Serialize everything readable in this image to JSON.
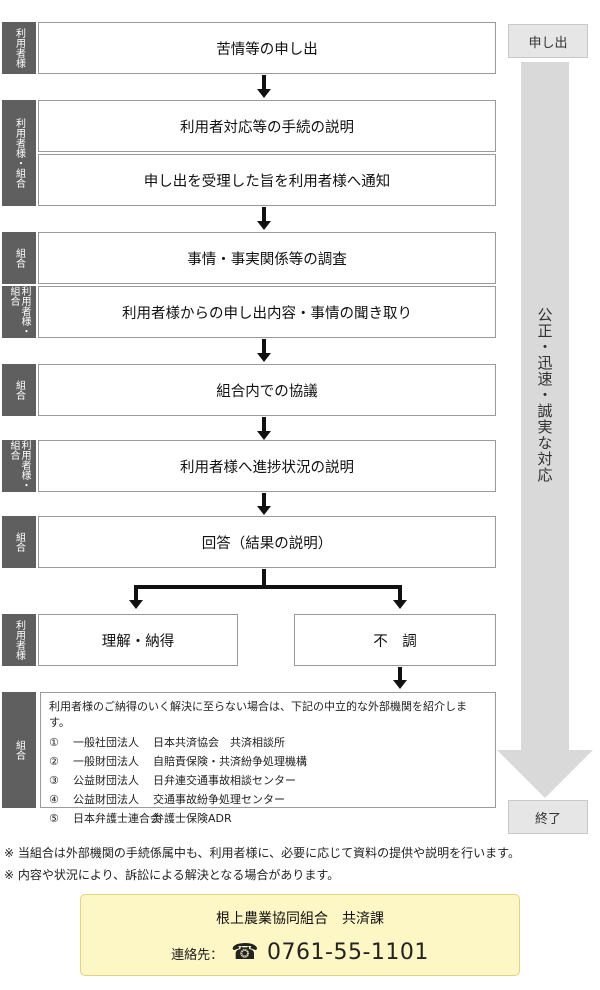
{
  "steps": [
    {
      "tag": "利用者様",
      "text": "苦情等の申し出"
    },
    {
      "tag": "利用者様・組合",
      "text": "利用者対応等の手続の説明"
    },
    {
      "text": "申し出を受理した旨を利用者様へ通知"
    },
    {
      "tag": "組合",
      "text": "事情・事実関係等の調査"
    },
    {
      "tag": "利用者様・組合",
      "text": "利用者様からの申し出内容・事情の聞き取り"
    },
    {
      "tag": "組合",
      "text": "組合内での協議"
    },
    {
      "tag": "利用者様・組合",
      "text": "利用者様へ進捗状況の説明"
    },
    {
      "tag": "組合",
      "text": "回答（結果の説明）"
    }
  ],
  "branch": {
    "tag": "利用者様",
    "left": "理解・納得",
    "right": "不　調"
  },
  "external": {
    "tag": "組合",
    "intro": "利用者様のご納得のいく解決に至らない場合は、下記の中立的な外部機関を紹介します。",
    "items": [
      {
        "num": "①",
        "type": "一般社団法人",
        "name": "日本共済協会　共済相談所"
      },
      {
        "num": "②",
        "type": "一般財団法人",
        "name": "自賠責保険・共済紛争処理機構"
      },
      {
        "num": "③",
        "type": "公益財団法人",
        "name": "日弁連交通事故相談センター"
      },
      {
        "num": "④",
        "type": "公益財団法人",
        "name": "交通事故紛争処理センター"
      },
      {
        "num": "⑤",
        "type": "日本弁護士連合会",
        "name": "弁護士保険ADR"
      }
    ]
  },
  "timeline": {
    "start": "申し出",
    "end": "終了",
    "label": "公正・迅速・誠実な対応"
  },
  "notes": [
    "※ 当組合は外部機関の手続係属中も、利用者様に、必要に応じて資料の提供や説明を行います。",
    "※ 内容や状況により、訴訟による解決となる場合があります。"
  ],
  "contact": {
    "org": "根上農業協同組合　共済課",
    "tel_label": "連絡先：",
    "phone_icon": "☎",
    "tel": "0761-55-1101"
  }
}
